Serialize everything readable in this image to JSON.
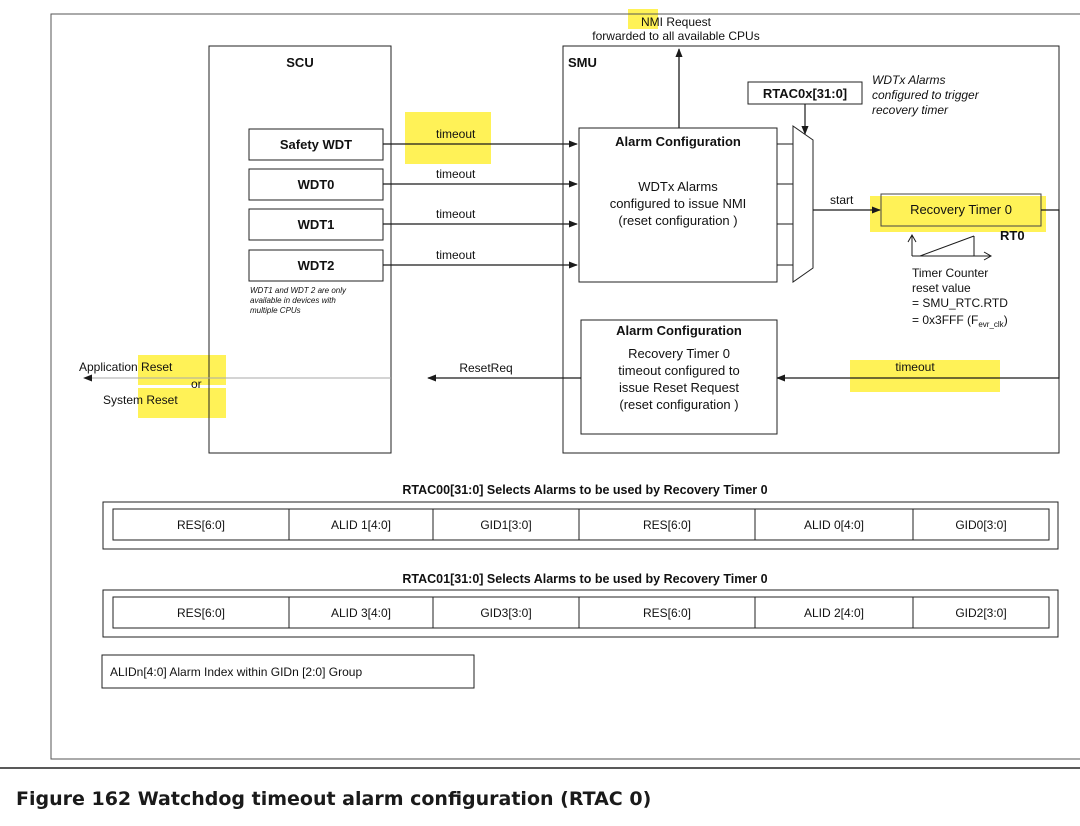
{
  "nmi": {
    "line1": "NMI Request",
    "line2": "forwarded to all available CPUs"
  },
  "scu": {
    "title": "SCU",
    "wdts": [
      "Safety WDT",
      "WDT0",
      "WDT1",
      "WDT2"
    ],
    "note": [
      "WDT1 and WDT 2 are only",
      "available in devices with",
      "multiple CPUs"
    ]
  },
  "smu": {
    "title": "SMU",
    "rtac_label": "RTAC0x[31:0]",
    "rtac_note": [
      "WDTx Alarms",
      "configured to trigger",
      "recovery timer"
    ],
    "alarm_top": {
      "title": "Alarm Configuration",
      "lines": [
        "WDTx Alarms",
        "configured to issue NMI",
        "(reset configuration  )"
      ]
    },
    "alarm_bottom": {
      "title": "Alarm Configuration",
      "lines": [
        "Recovery Timer 0",
        "timeout configured to",
        "issue Reset Request",
        "(reset configuration  )"
      ]
    },
    "recovery_timer": "Recovery Timer 0",
    "rt_tag": "RT0",
    "counter_note": [
      "Timer Counter",
      "reset value",
      "= SMU_RTC.RTD",
      "= 0x3FFF (F"
    ],
    "counter_sub": "evr_clk",
    "counter_close": ")"
  },
  "signals": {
    "timeout": "timeout",
    "start": "start",
    "reset_req": "ResetReq",
    "app_reset": "Application Reset",
    "or": "or",
    "sys_reset": "System Reset"
  },
  "registers": [
    {
      "title": "RTAC00[31:0] Selects Alarms to be used by Recovery Timer    0",
      "fields": [
        "RES[6:0]",
        "ALID 1[4:0]",
        "GID1[3:0]",
        "RES[6:0]",
        "ALID 0[4:0]",
        "GID0[3:0]"
      ]
    },
    {
      "title": "RTAC01[31:0] Selects Alarms to be used by Recovery Timer    0",
      "fields": [
        "RES[6:0]",
        "ALID 3[4:0]",
        "GID3[3:0]",
        "RES[6:0]",
        "ALID 2[4:0]",
        "GID2[3:0]"
      ]
    }
  ],
  "legend": "ALIDn[4:0] Alarm Index within GIDn [2:0] Group",
  "caption": "Figure 162  Watchdog timeout alarm configuration (RTAC 0)",
  "colors": {
    "highlight": "#fff03a",
    "arrow": "#1a1a1a",
    "reset_arrow": "#aaaaaa",
    "frame": "#555555"
  }
}
